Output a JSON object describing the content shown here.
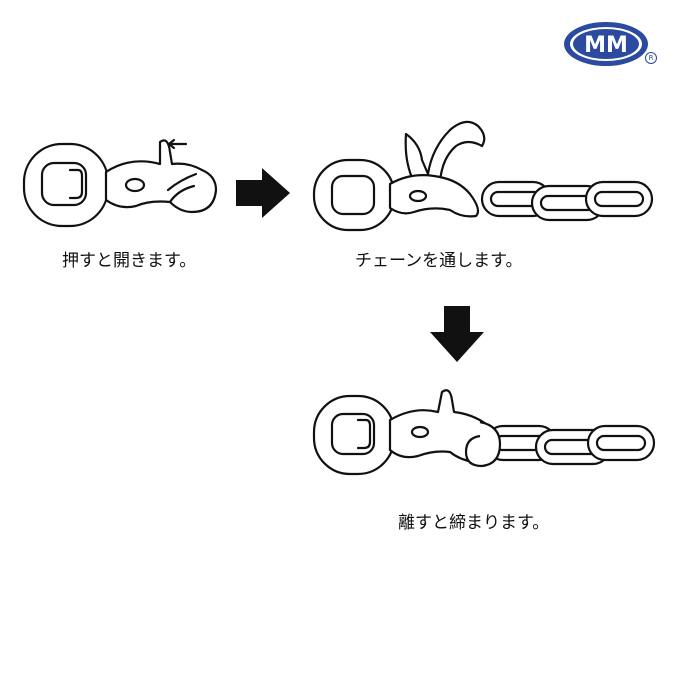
{
  "brand": {
    "logo_text": "MM",
    "registered_mark": "R",
    "color": "#2b4aa0"
  },
  "steps": [
    {
      "caption": "押すと開きます。"
    },
    {
      "caption": "チェーンを通します。"
    },
    {
      "caption": "離すと締まります。"
    }
  ],
  "arrows": {
    "color": "#111111"
  }
}
